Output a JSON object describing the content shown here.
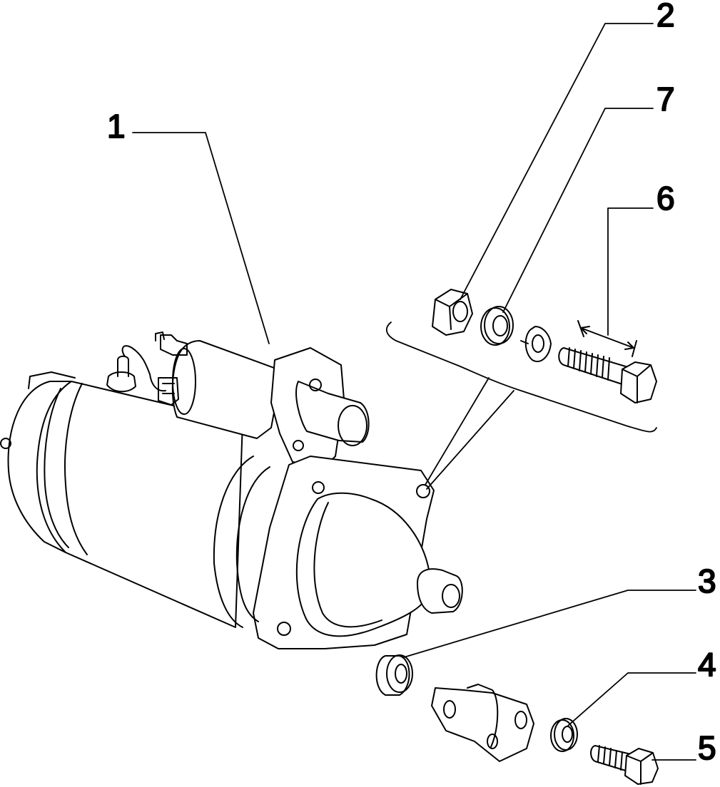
{
  "callouts": [
    {
      "number": "1",
      "part": "starter-motor"
    },
    {
      "number": "2",
      "part": "hex-nut"
    },
    {
      "number": "7",
      "part": "flat-washer"
    },
    {
      "number": "6",
      "part": "long-bolt"
    },
    {
      "number": "3",
      "part": "spacer-bushing"
    },
    {
      "number": "4",
      "part": "washer"
    },
    {
      "number": "5",
      "part": "short-bolt"
    }
  ],
  "colors": {
    "line": "#000000",
    "background": "#ffffff"
  }
}
